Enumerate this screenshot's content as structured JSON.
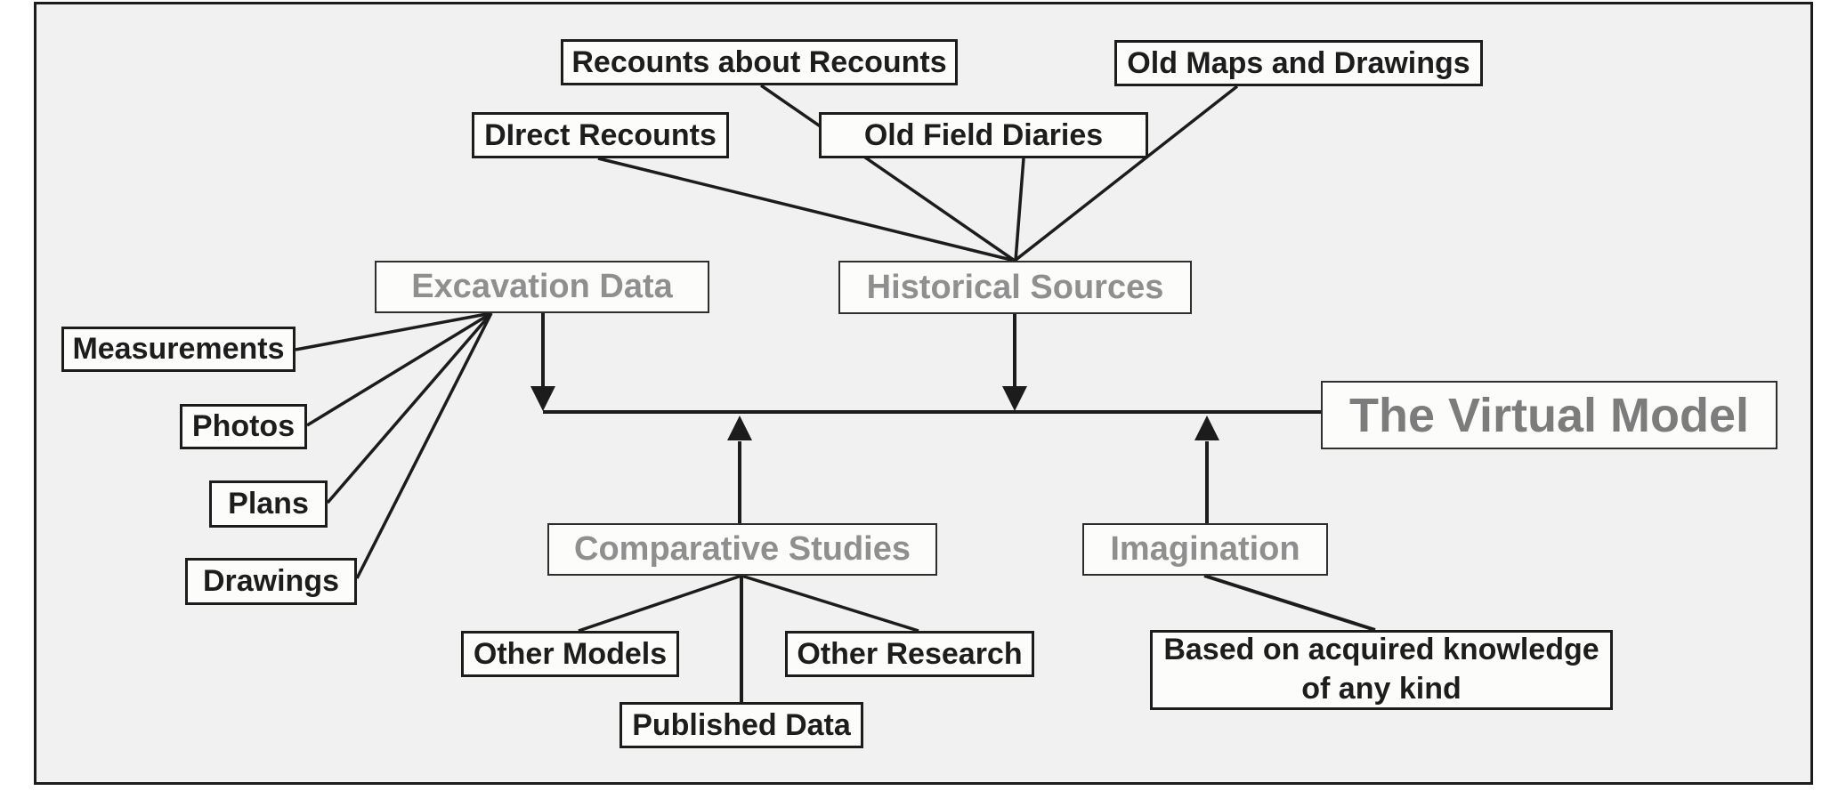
{
  "title": "The Virtual Model concept diagram",
  "colors": {
    "background": "#f1f1f1",
    "box_fill": "#fcfcfb",
    "line": "#1c1c1c",
    "hub_border": "#2e2e2e",
    "node_text": "#1d1d1d",
    "hub_text": "#8f8f8f",
    "title_text": "#7c7c7c"
  },
  "nodes": [
    {
      "id": "recounts-about-recounts",
      "label": "Recounts about Recounts",
      "kind": "source"
    },
    {
      "id": "old-maps-and-drawings",
      "label": "Old Maps and Drawings",
      "kind": "source"
    },
    {
      "id": "direct-recounts",
      "label": "DIrect Recounts",
      "kind": "source"
    },
    {
      "id": "old-field-diaries",
      "label": "Old Field Diaries",
      "kind": "source"
    },
    {
      "id": "excavation-data",
      "label": "Excavation Data",
      "kind": "hub"
    },
    {
      "id": "historical-sources",
      "label": "Historical Sources",
      "kind": "hub"
    },
    {
      "id": "measurements",
      "label": "Measurements",
      "kind": "source"
    },
    {
      "id": "photos",
      "label": "Photos",
      "kind": "source"
    },
    {
      "id": "plans",
      "label": "Plans",
      "kind": "source"
    },
    {
      "id": "drawings",
      "label": "Drawings",
      "kind": "source"
    },
    {
      "id": "comparative-studies",
      "label": "Comparative Studies",
      "kind": "hub"
    },
    {
      "id": "other-models",
      "label": "Other Models",
      "kind": "source"
    },
    {
      "id": "published-data",
      "label": "Published Data",
      "kind": "source"
    },
    {
      "id": "other-research",
      "label": "Other Research",
      "kind": "source"
    },
    {
      "id": "imagination",
      "label": "Imagination",
      "kind": "hub"
    },
    {
      "id": "based-on-acquired-knowledge",
      "label": "Based on acquired knowledge\nof any kind",
      "kind": "source"
    },
    {
      "id": "the-virtual-model",
      "label": "The Virtual Model",
      "kind": "title"
    }
  ],
  "edges": [
    {
      "from": "recounts-about-recounts",
      "to": "historical-sources",
      "type": "line"
    },
    {
      "from": "direct-recounts",
      "to": "historical-sources",
      "type": "line"
    },
    {
      "from": "old-field-diaries",
      "to": "historical-sources",
      "type": "line"
    },
    {
      "from": "old-maps-and-drawings",
      "to": "historical-sources",
      "type": "line"
    },
    {
      "from": "excavation-data",
      "to": "measurements",
      "type": "line"
    },
    {
      "from": "excavation-data",
      "to": "photos",
      "type": "line"
    },
    {
      "from": "excavation-data",
      "to": "plans",
      "type": "line"
    },
    {
      "from": "excavation-data",
      "to": "drawings",
      "type": "line"
    },
    {
      "from": "excavation-data",
      "to": "the-virtual-model",
      "type": "arrow"
    },
    {
      "from": "historical-sources",
      "to": "the-virtual-model",
      "type": "arrow"
    },
    {
      "from": "comparative-studies",
      "to": "the-virtual-model",
      "type": "arrow"
    },
    {
      "from": "imagination",
      "to": "the-virtual-model",
      "type": "arrow"
    },
    {
      "from": "comparative-studies",
      "to": "other-models",
      "type": "line"
    },
    {
      "from": "comparative-studies",
      "to": "published-data",
      "type": "line"
    },
    {
      "from": "comparative-studies",
      "to": "other-research",
      "type": "line"
    },
    {
      "from": "imagination",
      "to": "based-on-acquired-knowledge",
      "type": "line"
    }
  ]
}
